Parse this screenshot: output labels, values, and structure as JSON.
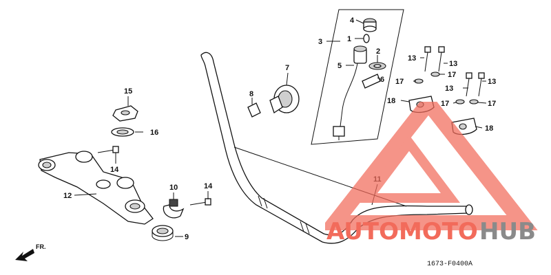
{
  "diagram": {
    "drawing_code": "1673-F0400A",
    "front_label": "FR.",
    "callouts": [
      {
        "id": "c1",
        "label": "1"
      },
      {
        "id": "c2",
        "label": "2"
      },
      {
        "id": "c3",
        "label": "3"
      },
      {
        "id": "c4",
        "label": "4"
      },
      {
        "id": "c5",
        "label": "5"
      },
      {
        "id": "c6",
        "label": "6"
      },
      {
        "id": "c7",
        "label": "7"
      },
      {
        "id": "c8",
        "label": "8"
      },
      {
        "id": "c9",
        "label": "9"
      },
      {
        "id": "c10",
        "label": "10"
      },
      {
        "id": "c11",
        "label": "11"
      },
      {
        "id": "c12",
        "label": "12"
      },
      {
        "id": "c13a",
        "label": "13"
      },
      {
        "id": "c13b",
        "label": "13"
      },
      {
        "id": "c13c",
        "label": "13"
      },
      {
        "id": "c13d",
        "label": "13"
      },
      {
        "id": "c14a",
        "label": "14"
      },
      {
        "id": "c14b",
        "label": "14"
      },
      {
        "id": "c15",
        "label": "15"
      },
      {
        "id": "c16",
        "label": "16"
      },
      {
        "id": "c17a",
        "label": "17"
      },
      {
        "id": "c17b",
        "label": "17"
      },
      {
        "id": "c17c",
        "label": "17"
      },
      {
        "id": "c17d",
        "label": "17"
      },
      {
        "id": "c18a",
        "label": "18"
      },
      {
        "id": "c18b",
        "label": "18"
      }
    ]
  },
  "watermark": {
    "text_part1": "AUTOMOTO",
    "text_part2": "HUB",
    "color_primary": "#f26b5b",
    "color_secondary": "#8a8a8a"
  }
}
